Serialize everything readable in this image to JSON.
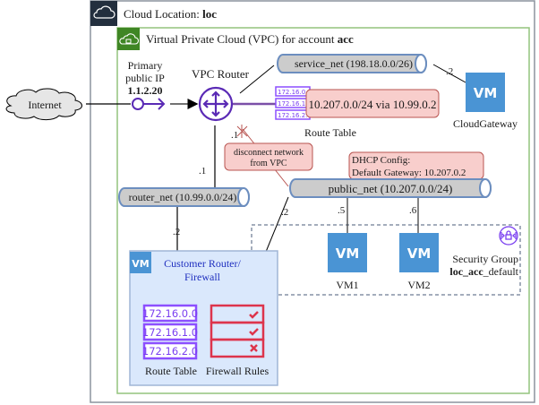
{
  "cloud_location": {
    "label_prefix": "Cloud Location: ",
    "label_value": "loc",
    "icon": "cloud-icon"
  },
  "vpc": {
    "label_prefix": "Virtual Private Cloud (VPC) for account ",
    "label_value": "acc",
    "icon": "cloud-lock-icon"
  },
  "internet": {
    "label": "Internet",
    "icon": "cloud-icon"
  },
  "public_ip": {
    "line1": "Primary",
    "line2": "public IP",
    "value": "1.1.2.20"
  },
  "vpc_router": {
    "label": "VPC Router",
    "icon": "router-icon"
  },
  "vpc_route_table": {
    "label": "Route Table",
    "entries": [
      "172.16.0.0",
      "172.16.1.0",
      "172.16.2.0"
    ],
    "note": "10.207.0.0/24 via 10.99.0.2"
  },
  "networks": {
    "service_net": {
      "label": "service_net (198.18.0.0/26)"
    },
    "router_net": {
      "label": "router_net (10.99.0.0/24)"
    },
    "public_net": {
      "label": "public_net (10.207.0.0/24)"
    }
  },
  "ip_suffixes": {
    "router_to_router_net": ".1",
    "router_to_public_net_disconnected": ".1",
    "cloudgateway_service": ".2",
    "customer_router_net": ".2",
    "customer_public_net": ".2",
    "vm1": ".5",
    "vm2": ".6"
  },
  "disconnect_note": {
    "line1": "disconnect network",
    "line2": "from VPC"
  },
  "dhcp_note": {
    "line1": "DHCP Config:",
    "line2": "Default Gateway: 10.207.0.2"
  },
  "cloud_gateway": {
    "badge": "VM",
    "label": "CloudGateway"
  },
  "vms": [
    {
      "badge": "VM",
      "label": "VM1"
    },
    {
      "badge": "VM",
      "label": "VM2"
    }
  ],
  "security_group": {
    "line1": "Security Group",
    "name_bold": "loc_acc",
    "name_rest": "_default",
    "icon": "security-group-icon"
  },
  "customer_router": {
    "badge": "VM",
    "title_line1": "Customer Router/",
    "title_line2": "Firewall",
    "route_table": {
      "label": "Route Table",
      "entries": [
        "172.16.0.0",
        "172.16.1.0",
        "172.16.2.0"
      ]
    },
    "firewall_rules": {
      "label": "Firewall Rules",
      "rules": [
        "allow",
        "allow",
        "deny"
      ]
    }
  },
  "colors": {
    "cloud_border": "#8c939d",
    "cloud_header": "#232f3e",
    "vpc_border": "#93c47d",
    "vpc_header": "#3f8624",
    "router_purple": "#5a2ab5",
    "route_purple": "#8c4fff",
    "vm_blue": "#4a94d4",
    "pipe_fill": "#cccccc",
    "pipe_stroke": "#6c8ebf",
    "note_fill": "#f8cecc",
    "note_stroke": "#b85450",
    "firewall_red": "#dd344c",
    "customer_fill": "#dae8fc"
  }
}
